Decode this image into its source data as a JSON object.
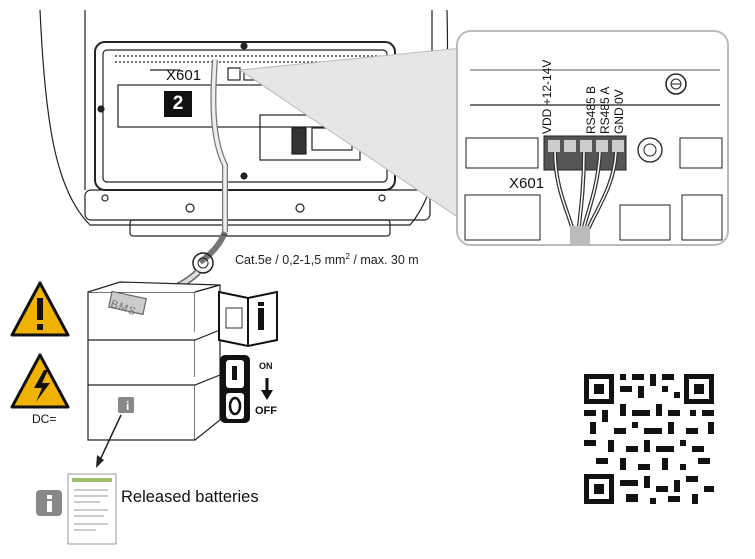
{
  "connector_label_main": "X601",
  "step_number": "2",
  "cable_spec": {
    "prefix": "Cat.5e / 0,2-1,5 mm",
    "superscript": "2",
    "suffix": " / max. 30 m"
  },
  "detail": {
    "connector_label": "X601",
    "pins": [
      "VDD +12-14V",
      "RS485 B",
      "RS485 A",
      "GND 0V"
    ]
  },
  "warnings": {
    "general": "warning-triangle-icon",
    "electrical": "high-voltage-icon",
    "dc_label": "DC="
  },
  "battery_label": "BMS",
  "switch": {
    "on_label": "ON",
    "off_label": "OFF",
    "off_symbol": "0",
    "on_symbol": "1"
  },
  "info_badge": "i",
  "released_batteries_label": "Released batteries",
  "colors": {
    "warning_yellow": "#f2b300",
    "dark": "#111111",
    "info_grey": "#888888"
  }
}
